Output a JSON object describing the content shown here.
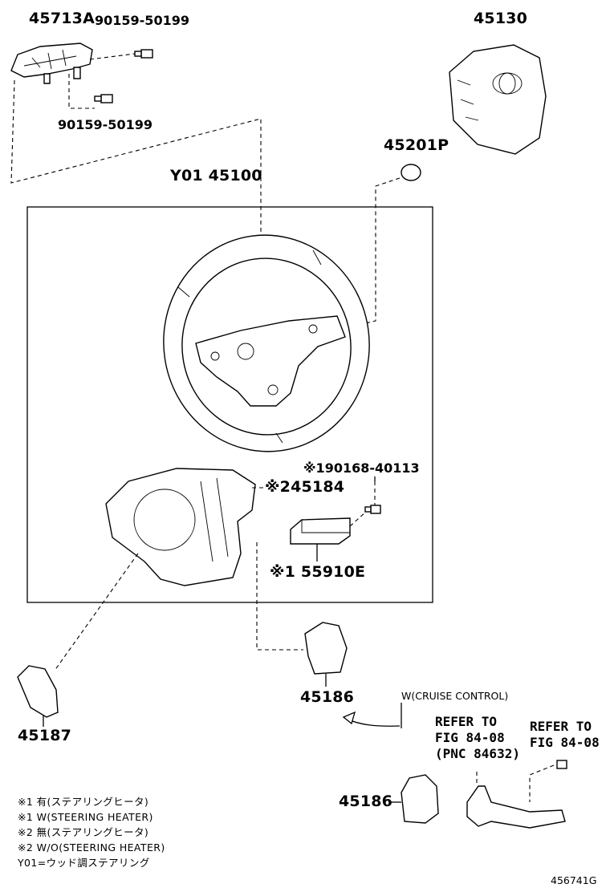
{
  "labels": {
    "p45713A": "45713A",
    "p90159a": "90159-50199",
    "p90159b": "90159-50199",
    "p45130": "45130",
    "p45201P": "45201P",
    "p45100": "Y01 45100",
    "p90168": "※190168-40113",
    "p45184": "※245184",
    "p55910E": "※1 55910E",
    "p45186a": "45186",
    "p45187": "45187",
    "p45186b": "45186",
    "cruise": "W(CRUISE CONTROL)",
    "refer1_l1": "REFER TO",
    "refer1_l2": "FIG 84-08",
    "refer1_l3": "(PNC 84632)",
    "refer2_l1": "REFER TO",
    "refer2_l2": "FIG 84-08",
    "figure_id": "456741G"
  },
  "notes": [
    "※1 有(ステアリングヒータ)",
    "※1 W(STEERING HEATER)",
    "※2 無(ステアリングヒータ)",
    "※2 W/O(STEERING HEATER)",
    "Y01=ウッド調ステアリング"
  ]
}
